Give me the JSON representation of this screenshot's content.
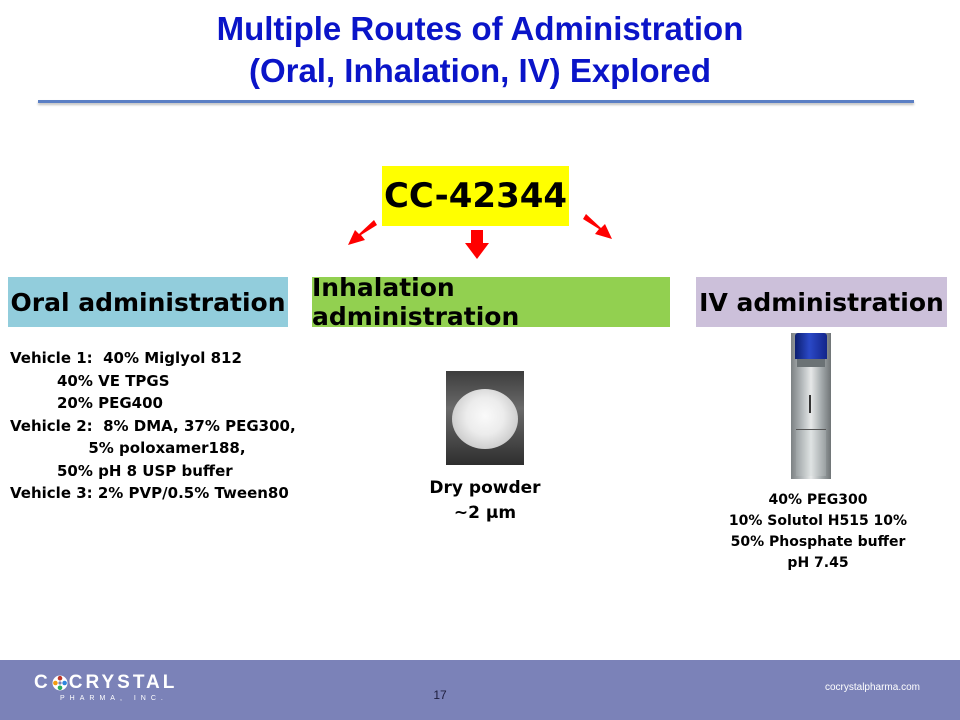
{
  "title": {
    "line1": "Multiple Routes of Administration",
    "line2": "(Oral, Inhalation, IV) Explored"
  },
  "compound": "CC-42344",
  "routes": {
    "oral": "Oral administration",
    "inhalation": "Inhalation administration",
    "iv": "IV administration"
  },
  "oral_vehicles": [
    "Vehicle 1:  40% Miglyol 812",
    "         40% VE TPGS",
    "         20% PEG400",
    "Vehicle 2:  8% DMA, 37% PEG300,",
    "               5% poloxamer188,",
    "         50% pH 8 USP buffer",
    "Vehicle 3: 2% PVP/0.5% Tween80"
  ],
  "inhalation": {
    "line1": "Dry powder",
    "line2": "~2 μm"
  },
  "iv": {
    "lines": [
      "40% PEG300",
      "10% Solutol H515 10%",
      "50% Phosphate buffer",
      "pH 7.45"
    ]
  },
  "footer": {
    "logo_main_1": "C",
    "logo_main_2": "CRYSTAL",
    "logo_sub": "PHARMA, INC.",
    "page_number": "17",
    "website": "cocrystalpharma.com"
  },
  "colors": {
    "title": "#0a14c8",
    "compound_bg": "#ffff00",
    "oral_bg": "#92cddc",
    "inhalation_bg": "#92d050",
    "iv_bg": "#ccc0da",
    "arrow": "#ff0000",
    "footer_bg": "#7b82b8"
  }
}
